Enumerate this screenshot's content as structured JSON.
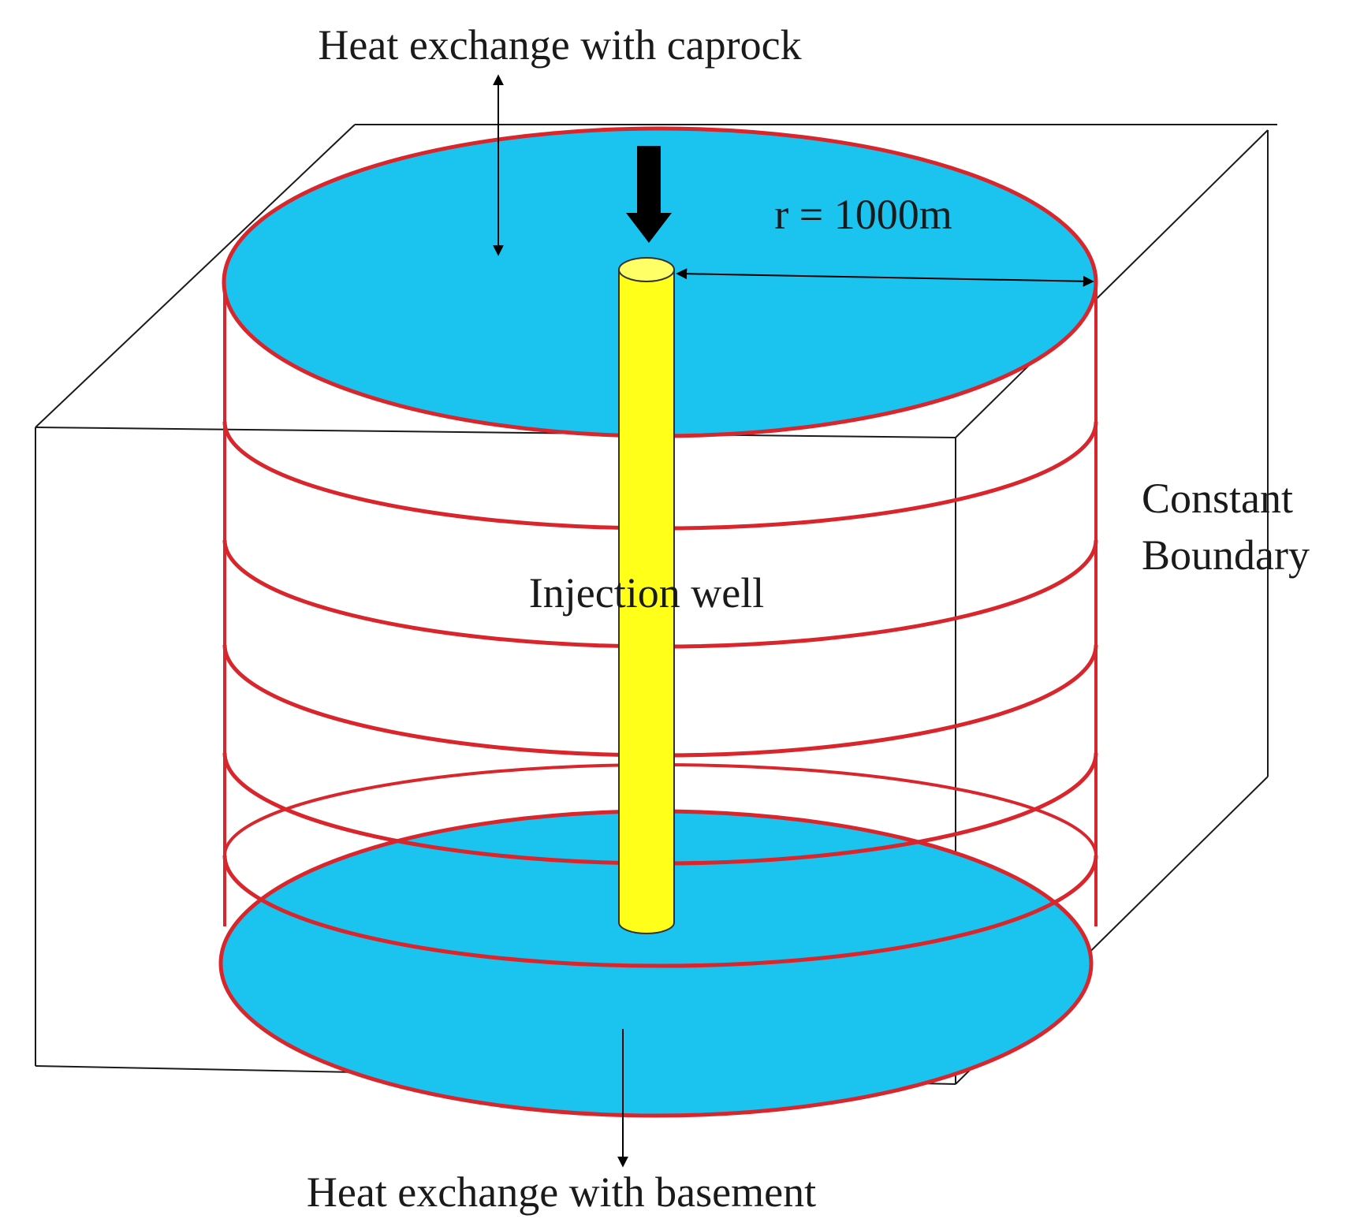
{
  "labels": {
    "top": "Heat exchange with caprock",
    "radius": "r = 1000m",
    "well": "Injection well",
    "boundary_line1": "Constant",
    "boundary_line2": "Boundary",
    "bottom": "Heat exchange with basement"
  },
  "colors": {
    "reservoir_fill": "#1bc3ef",
    "layer_outline": "#d9262c",
    "well_fill": "#ffff1a",
    "well_top_fill": "#ffff66",
    "box_line": "#1a1a1a",
    "arrow": "#000000"
  },
  "icons": {
    "injection": "thick-down-arrow-icon",
    "caprock_exchange": "double-headed-vertical-arrow-icon",
    "basement_exchange": "down-arrow-icon",
    "radius_dimension": "double-headed-horizontal-arrow-icon"
  }
}
